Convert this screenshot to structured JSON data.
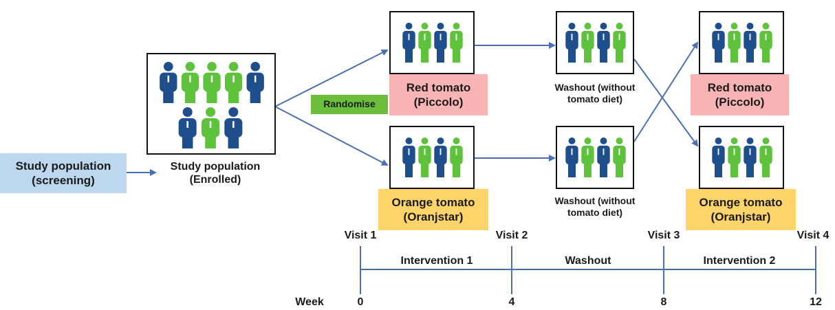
{
  "colors": {
    "person_blue": "#1f4e8c",
    "person_green": "#5ec23c",
    "arrow": "#4a6fb5",
    "screening_fill": "#bdd7ee",
    "red_fill": "#f8b4b4",
    "orange_fill": "#fcd46a",
    "randomise_fill": "#6bbf3a",
    "timeline": "#4a6fb5"
  },
  "icons": {
    "person": "person-icon"
  },
  "screening": {
    "line1": "Study population",
    "line2": "(screening)"
  },
  "enrolled": {
    "line1": "Study population",
    "line2": "(Enrolled)",
    "people": [
      "blue",
      "green",
      "green",
      "green",
      "blue",
      "blue",
      "green",
      "blue"
    ]
  },
  "randomise": {
    "label": "Randomise"
  },
  "group_people": [
    "blue",
    "green",
    "blue",
    "green"
  ],
  "red_tomato": {
    "line1": "Red tomato",
    "line2": "(Piccolo)"
  },
  "orange_tomato": {
    "line1": "Orange tomato",
    "line2": "(Oranjstar)"
  },
  "washout_top": {
    "line1": "Washout (without",
    "line2": "tomato diet)"
  },
  "washout_bottom": {
    "line1": "Washout (without",
    "line2": "tomato diet)"
  },
  "red_tomato_2": {
    "line1": "Red tomato",
    "line2": "(Piccolo)"
  },
  "orange_tomato_2": {
    "line1": "Orange tomato",
    "line2": "(Oranjstar)"
  },
  "timeline": {
    "visits": [
      "Visit 1",
      "Visit 2",
      "Visit 3",
      "Visit 4"
    ],
    "periods": [
      "Intervention 1",
      "Washout",
      "Intervention 2"
    ],
    "week_label": "Week",
    "weeks": [
      "0",
      "4",
      "8",
      "12"
    ]
  }
}
